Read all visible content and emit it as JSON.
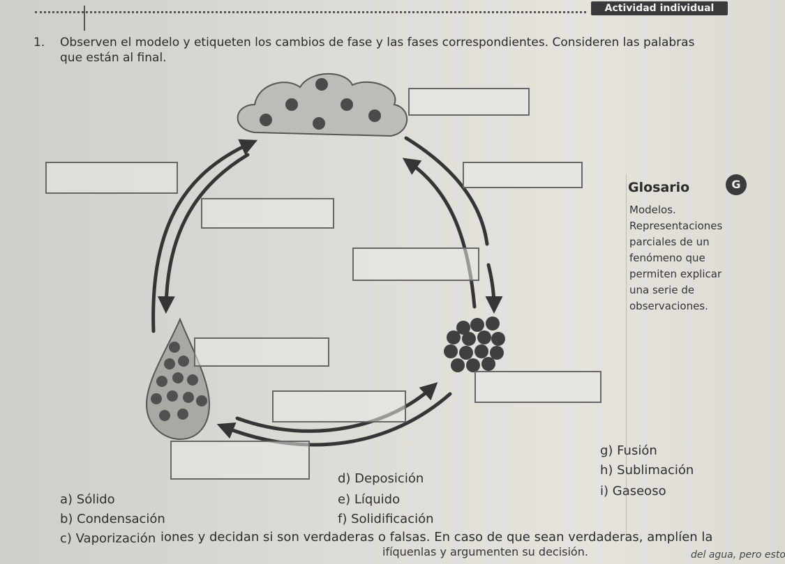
{
  "header": {
    "tag": "Actividad individual"
  },
  "activity": {
    "number": "1.",
    "instruction_line1": "Observen el modelo y etiqueten los cambios de fase y las fases correspondientes. Consideren las palabras",
    "instruction_line2": "que están al final."
  },
  "glossary": {
    "badge": "G",
    "title": "Glosario",
    "text": "Modelos. Representaciones parciales de un fenómeno que permiten explicar una serie de observaciones."
  },
  "options": {
    "a": "a)  Sólido",
    "b": "b)  Condensación",
    "c": "c)  Vaporización",
    "d": "d)  Deposición",
    "e": "e)  Líquido",
    "f": "f)  Solidificación",
    "g": "g)  Fusión",
    "h": "h)  Sublimación",
    "i": "i)  Gaseoso"
  },
  "footer": {
    "line1": "iones y decidan si son verdaderas o falsas. En caso de que sean verdaderas, amplíen la",
    "line2": "ifíquenlas y argumenten su decisión.",
    "corner": "del agua, pero esto"
  },
  "colors": {
    "cloud": "#bdbcb6",
    "particle": "#4a4a4a",
    "arrow": "#353535"
  }
}
